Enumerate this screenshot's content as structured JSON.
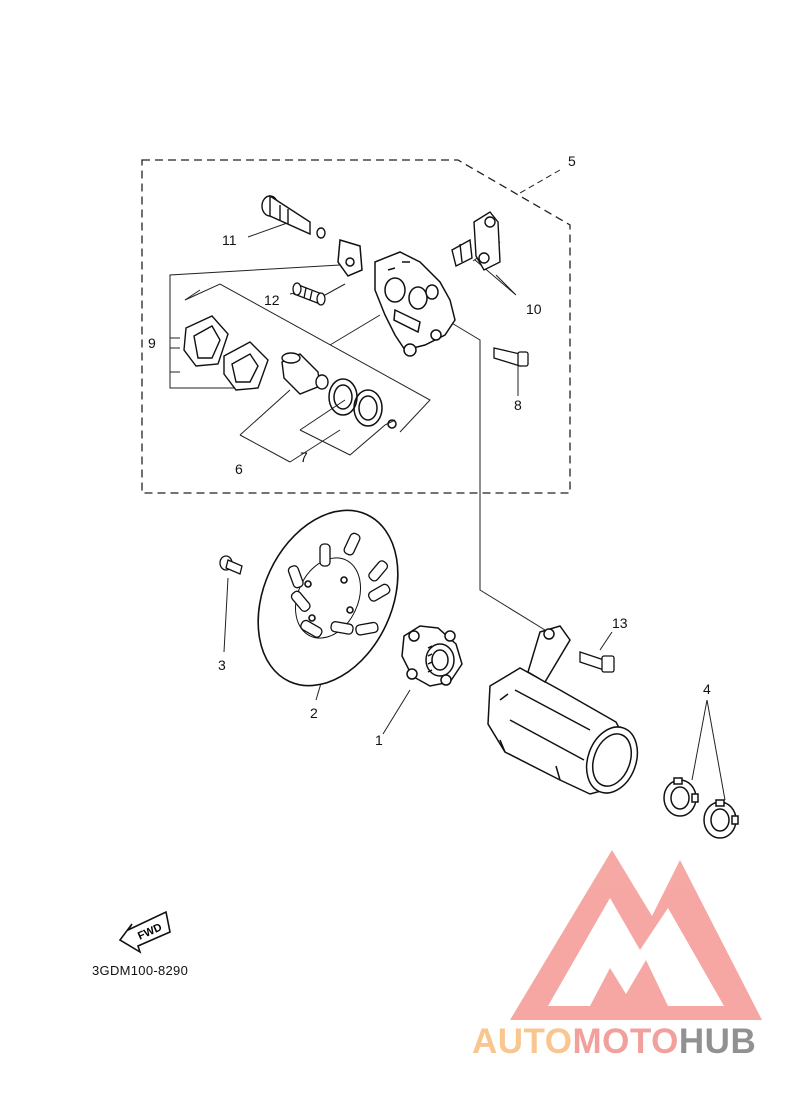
{
  "diagram": {
    "part_labels": [
      "1",
      "2",
      "3",
      "4",
      "5",
      "6",
      "7",
      "8",
      "9",
      "10",
      "11",
      "12",
      "13"
    ],
    "fwd_text": "FWD",
    "drawing_code": "3GDM100-8290"
  },
  "watermark": {
    "brand_part1": "AUTOMOTO",
    "brand_part2": "HUB",
    "colors": {
      "accent": "#f6a3a0",
      "auto": "#f9c48a",
      "moto": "#f19b96",
      "hub": "#8c8c8c"
    }
  }
}
